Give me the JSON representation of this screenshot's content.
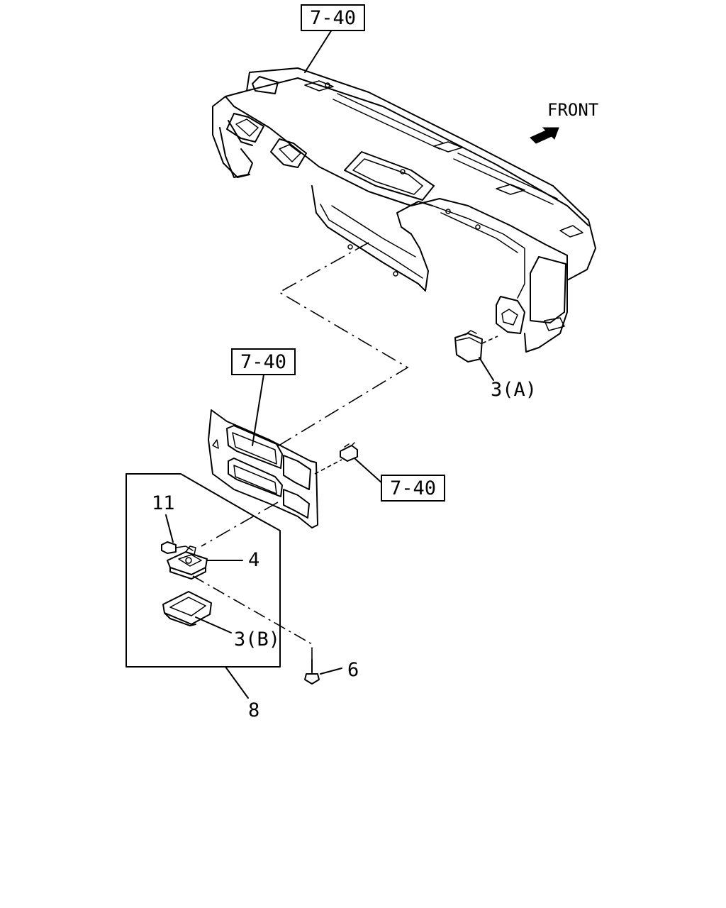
{
  "diagram": {
    "front_label": "FRONT",
    "refs": {
      "top": "7-40",
      "middle": "7-40",
      "right": "7-40"
    },
    "parts": {
      "p3a": "3(A)",
      "p11": "11",
      "p4": "4",
      "p3b": "3(B)",
      "p6": "6",
      "p8": "8"
    },
    "icons": {
      "front_arrow": "arrow-icon"
    }
  }
}
